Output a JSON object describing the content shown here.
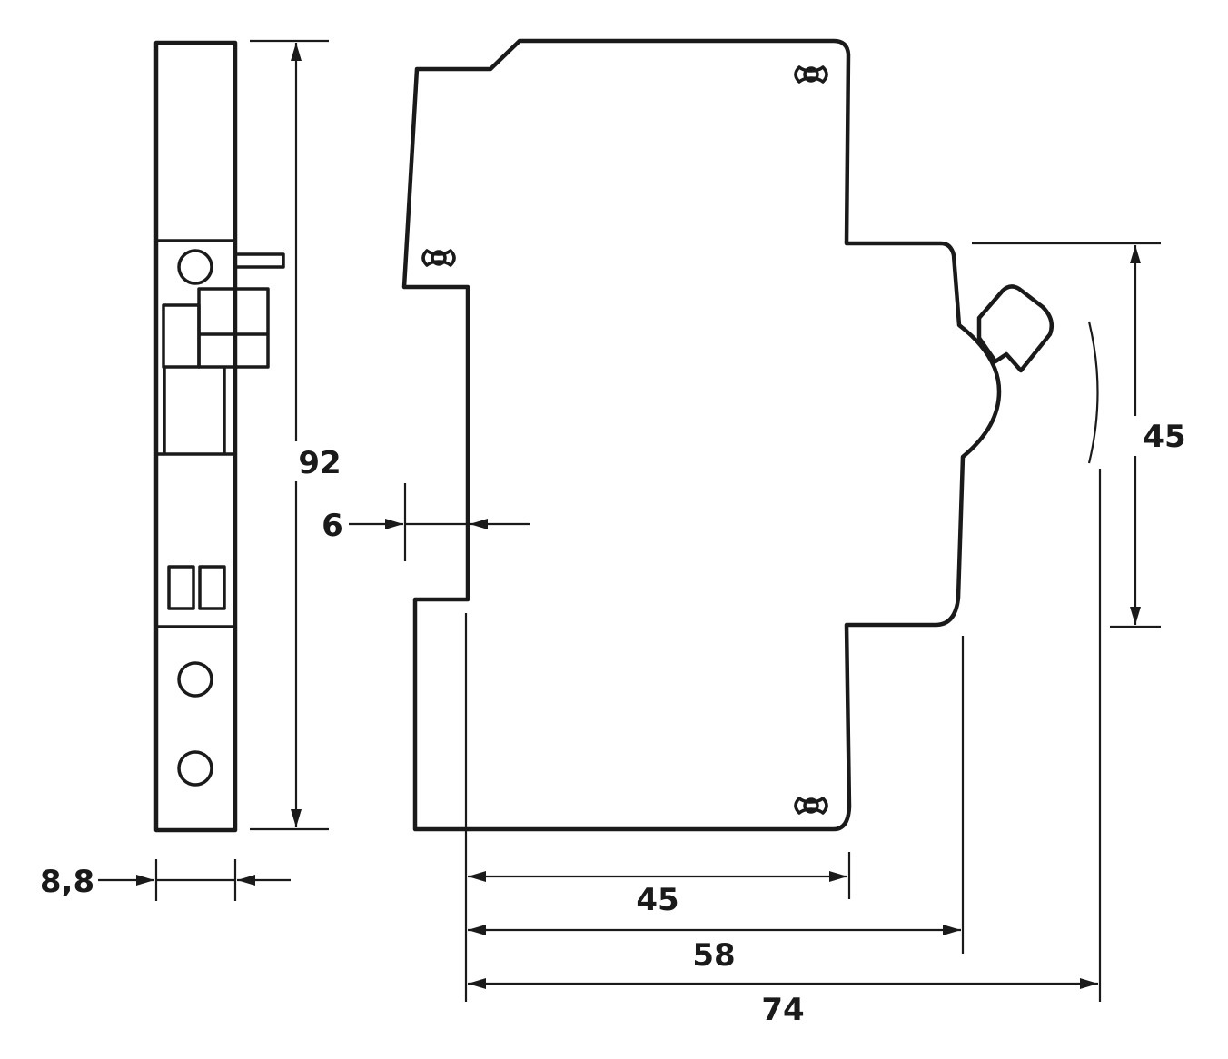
{
  "dimensions": {
    "height_total": "92",
    "width_module": "8,8",
    "offset_small": "6",
    "depth_front": "45",
    "depth_body": "58",
    "depth_total": "74",
    "height_front": "45"
  },
  "colors": {
    "line": "#1a1a1a",
    "background": "#ffffff"
  }
}
